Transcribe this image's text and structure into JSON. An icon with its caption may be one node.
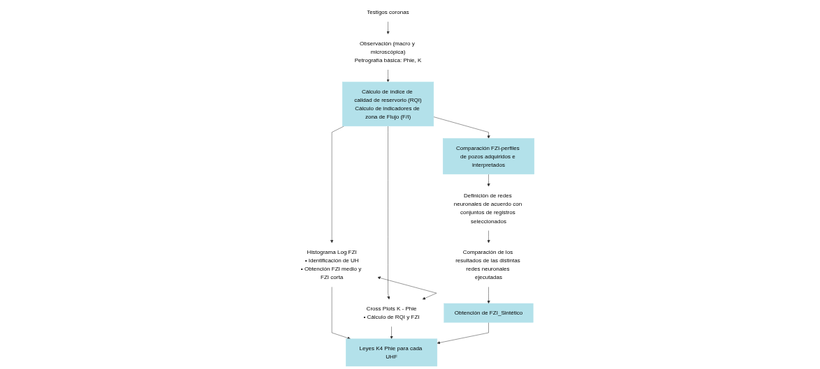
{
  "diagram": {
    "nodes": [
      {
        "text": [
          "Testigos coronas"
        ]
      },
      {
        "text": [
          "Observación (macro y microscópica)",
          "Petrografía básica: Phie, K"
        ]
      },
      {
        "text": [
          "Cálculo de índice de calidad de reservorio (RQI)",
          "Cálculo de indicadores de zona de Flujo (F/I)"
        ]
      },
      {
        "text": [
          "Comparación FZI-perfiles de pozos adquiridos e interpretados"
        ]
      },
      {
        "text": [
          "Histograma Log FZI",
          "• Identificación de UH",
          "• Obtención FZI medio y FZI corta"
        ]
      },
      {
        "text": [
          "Cross Plots K - Phie",
          "• Cálculo de RQI y FZI"
        ]
      },
      {
        "text": [
          "Definición de redes neuronales de acuerdo con conjuntos de registros seleccionados"
        ]
      },
      {
        "text": [
          "Leyes K4 Phie para cada UHF"
        ]
      },
      {
        "text": [
          "Comparación de los resultados de las distintas redes neuronales ejecutadas"
        ]
      },
      {
        "text": [
          "Obtención de FZI_Sintético"
        ]
      }
    ],
    "edges": [
      {
        "from": 0,
        "to": 1,
        "arrow": "to"
      },
      {
        "from": 1,
        "to": 2,
        "arrow": "to"
      },
      {
        "from": 2,
        "to": 3,
        "arrow": "to"
      },
      {
        "from": 2,
        "to": 4,
        "arrow": "to"
      },
      {
        "from": 2,
        "to": 5,
        "arrow": "to"
      },
      {
        "from": 4,
        "to": 5,
        "arrow": "both"
      },
      {
        "from": 3,
        "to": 6,
        "arrow": "to"
      },
      {
        "from": 4,
        "to": 7,
        "arrow": "to"
      },
      {
        "from": 5,
        "to": 7,
        "arrow": "to"
      },
      {
        "from": 6,
        "to": 8,
        "arrow": "to"
      },
      {
        "from": 8,
        "to": 9,
        "arrow": "to"
      },
      {
        "from": 9,
        "to": 7,
        "arrow": "to"
      }
    ]
  }
}
